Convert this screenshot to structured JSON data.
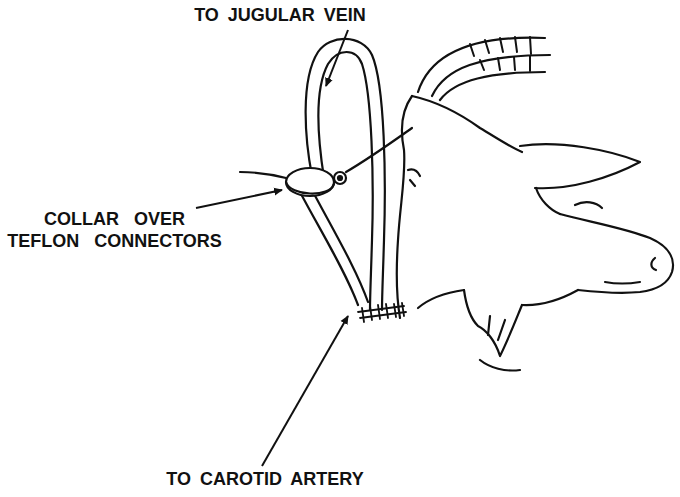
{
  "diagram": {
    "labels": [
      "TO JUGULAR VEIN",
      "COLLAR OVER TEFLON CONNECTORS",
      "TO CAROTID ARTERY"
    ]
  }
}
